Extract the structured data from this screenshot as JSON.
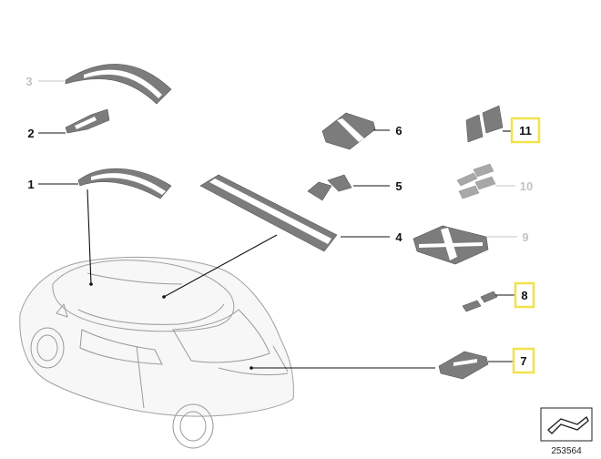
{
  "callouts": [
    {
      "number": "1",
      "state": "active",
      "highlighted": false
    },
    {
      "number": "2",
      "state": "active",
      "highlighted": false
    },
    {
      "number": "3",
      "state": "greyed",
      "highlighted": false
    },
    {
      "number": "4",
      "state": "active",
      "highlighted": false
    },
    {
      "number": "5",
      "state": "active",
      "highlighted": false
    },
    {
      "number": "6",
      "state": "active",
      "highlighted": false
    },
    {
      "number": "7",
      "state": "active",
      "highlighted": true
    },
    {
      "number": "8",
      "state": "active",
      "highlighted": true
    },
    {
      "number": "9",
      "state": "greyed",
      "highlighted": false
    },
    {
      "number": "10",
      "state": "greyed",
      "highlighted": false
    },
    {
      "number": "11",
      "state": "active",
      "highlighted": true
    }
  ],
  "reference_number": "253564",
  "colors": {
    "decal": "#7c7c7c",
    "highlight": "#f2e24a",
    "label_active": "#111111",
    "label_greyed": "#c2c2c2"
  },
  "icons": {
    "reference_box": "direction-arrow-icon"
  }
}
